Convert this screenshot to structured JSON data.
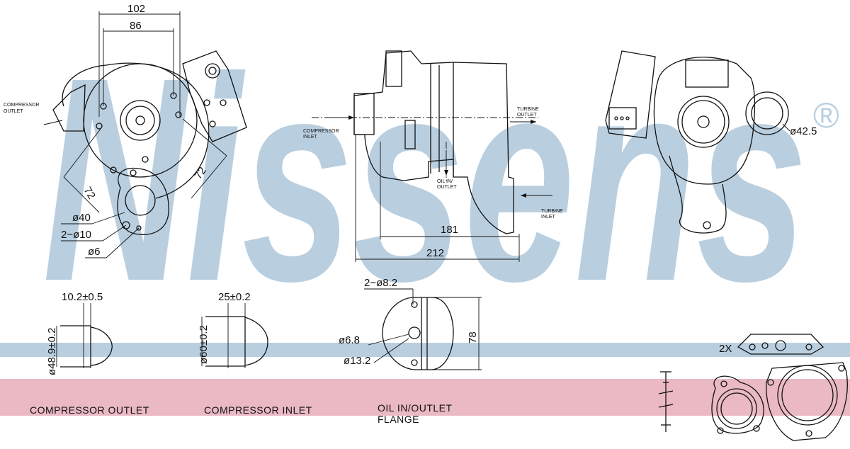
{
  "watermark": {
    "text": "Nissens",
    "mark": "®",
    "color": "#b9cfe0"
  },
  "bands": {
    "blue": "#b9cfe0",
    "pink": "#eab9c4"
  },
  "views": {
    "front": {
      "dim_102": "102",
      "dim_86": "86",
      "dim_72_left": "72",
      "dim_72_right": "72",
      "dim_40": "ø40",
      "dim_2x10": "2−ø10",
      "dim_6": "ø6",
      "label_comp_outlet_1": "COMPRESSOR",
      "label_comp_outlet_2": "OUTLET"
    },
    "side": {
      "dim_181": "181",
      "dim_212": "212",
      "label_comp_inlet_1": "COMPRESSOR",
      "label_comp_inlet_2": "INLET",
      "label_turb_outlet_1": "TURBINE",
      "label_turb_outlet_2": "OUTLET",
      "label_oil_1": "OIL IN/",
      "label_oil_2": "OUTLET",
      "label_turb_inlet_1": "TURBINE",
      "label_turb_inlet_2": "INLET"
    },
    "rear": {
      "dim_42_5": "ø42.5"
    }
  },
  "details": {
    "outlet": {
      "dim_len": "10.2±0.5",
      "dim_dia": "ø48.9±0.2",
      "caption": "COMPRESSOR OUTLET"
    },
    "inlet": {
      "dim_len": "25±0.2",
      "dim_dia": "ø60±0.2",
      "caption": "COMPRESSOR INLET"
    },
    "oil": {
      "dim_holes": "2−ø8.2",
      "dim_6_8": "ø6.8",
      "dim_13_2": "ø13.2",
      "dim_78": "78",
      "caption_1": "OIL IN/OUTLET",
      "caption_2": "FLANGE"
    },
    "gaskets": {
      "qty": "2X"
    }
  }
}
